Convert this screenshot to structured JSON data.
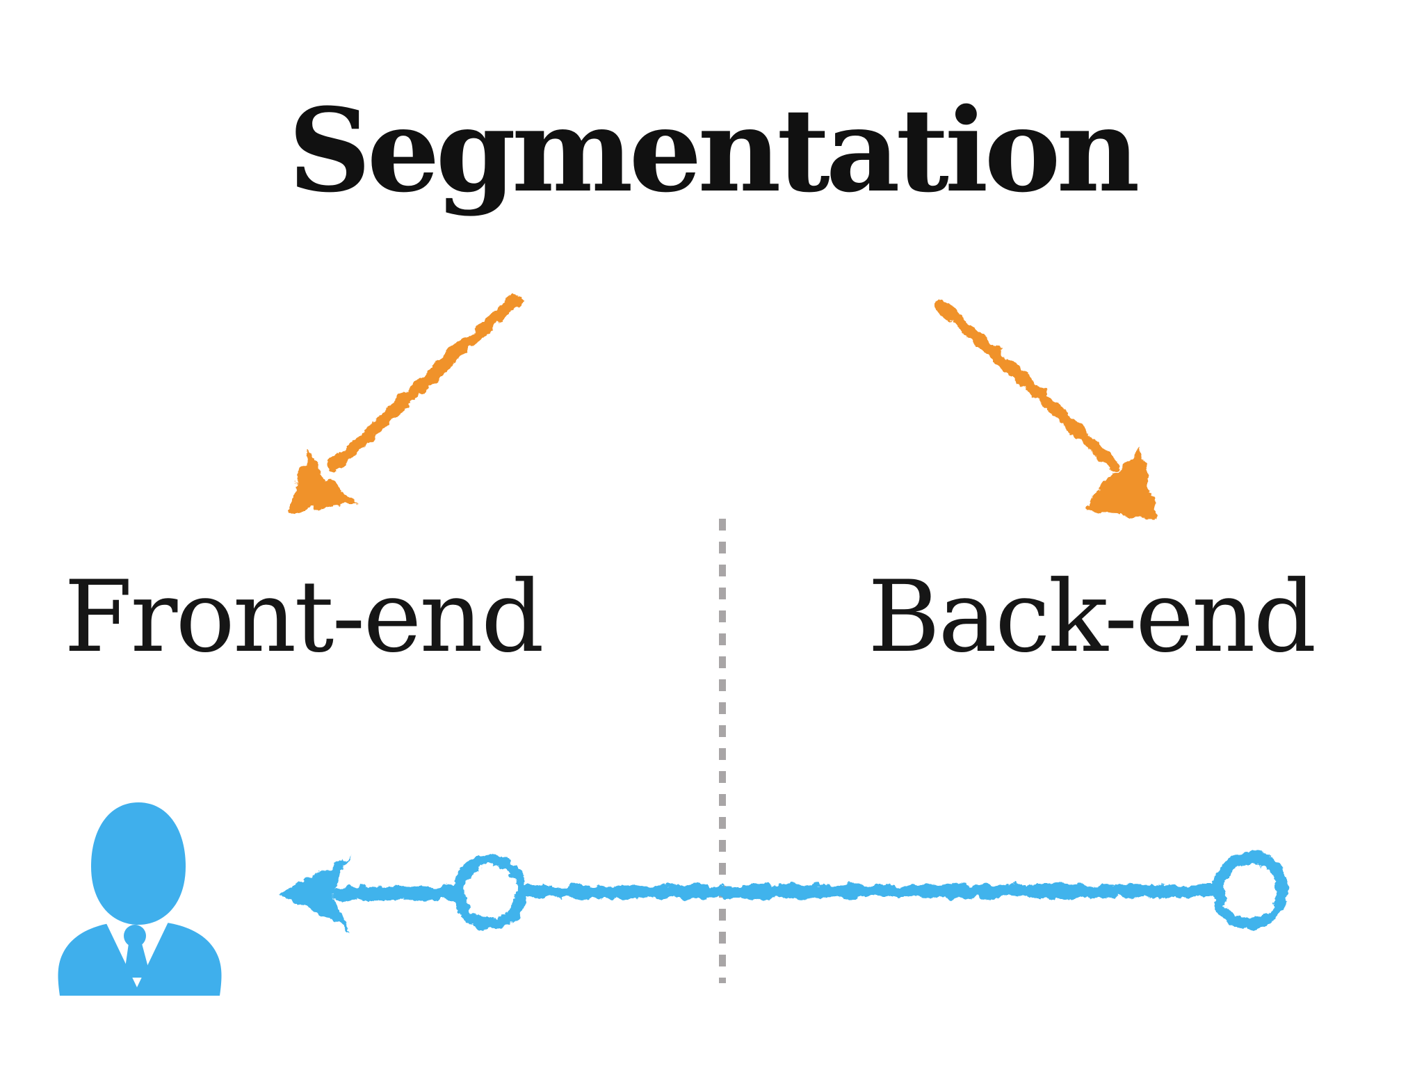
{
  "slide": {
    "title": "Segmentation",
    "sections": {
      "left": {
        "label": "Front-end"
      },
      "right": {
        "label": "Back-end"
      }
    },
    "relations": [
      {
        "from": "Segmentation",
        "to": "Front-end",
        "connector": "orange hand-drawn arrow pointing down-left"
      },
      {
        "from": "Segmentation",
        "to": "Back-end",
        "connector": "orange hand-drawn arrow pointing down-right"
      },
      {
        "from": "Back-end",
        "to": "user",
        "through": "Front-end",
        "connector": "blue hand-drawn arrow with two node circles pointing left toward user icon"
      }
    ],
    "divider": {
      "style": "vertical dashed line between Front-end and Back-end"
    },
    "icons": {
      "user": "businessman-icon"
    },
    "colors": {
      "background": "#FFFFFF",
      "title_text": "#111111",
      "label_text": "#161616",
      "arrow_orange": "#F0922C",
      "flow_blue": "#41B3EC",
      "person_blue": "#3FAFEC",
      "divider_gray": "#A8A5A6"
    }
  }
}
